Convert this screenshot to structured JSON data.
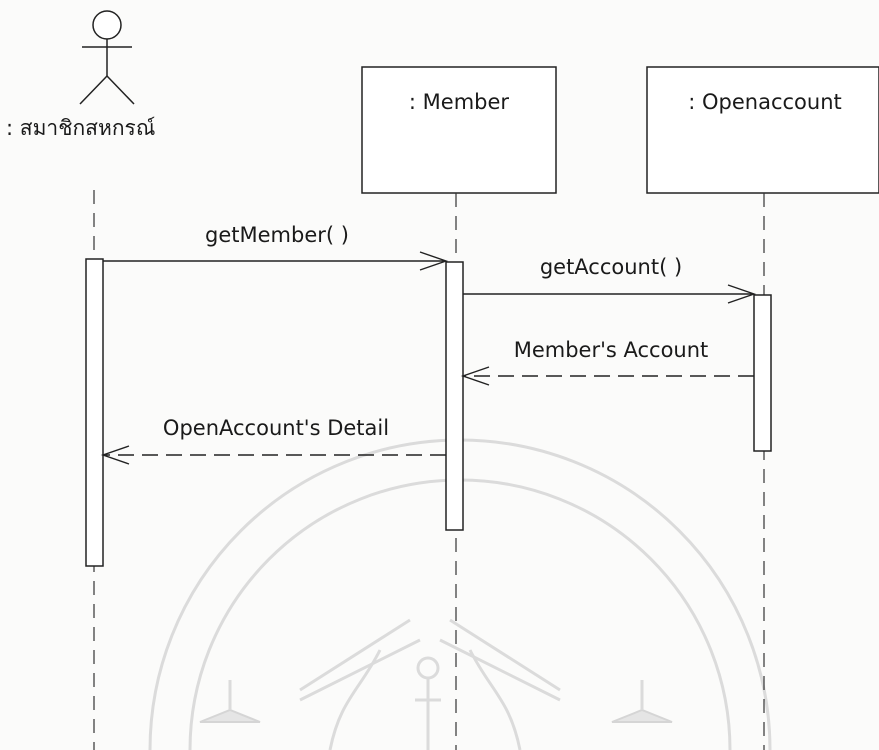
{
  "actor": {
    "label": ": สมาชิกสหกรณ์",
    "icon": "stick-figure-icon"
  },
  "objects": [
    {
      "id": "member",
      "label": ": Member"
    },
    {
      "id": "openaccount",
      "label": ": Openaccount"
    }
  ],
  "messages": [
    {
      "id": "m1",
      "label": "getMember( )",
      "from": "actor",
      "to": "member",
      "kind": "call"
    },
    {
      "id": "m2",
      "label": "getAccount( )",
      "from": "member",
      "to": "openaccount",
      "kind": "call"
    },
    {
      "id": "m3",
      "label": "Member's Account",
      "from": "openaccount",
      "to": "member",
      "kind": "return"
    },
    {
      "id": "m4",
      "label": "OpenAccount's Detail",
      "from": "member",
      "to": "actor",
      "kind": "return"
    }
  ],
  "watermark": {
    "icon": "university-seal-watermark-icon"
  }
}
